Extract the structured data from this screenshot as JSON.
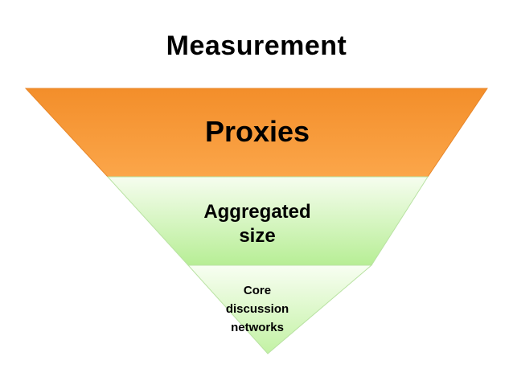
{
  "title": "Measurement",
  "colors": {
    "top_level": "#F79A3A",
    "middle_level": "#CFF5B3",
    "bottom_level": "#E8FBD8",
    "stroke": "#B9E2A3"
  },
  "levels": [
    {
      "lines": [
        "Proxies"
      ]
    },
    {
      "lines": [
        "Aggregated",
        "size"
      ]
    },
    {
      "lines": [
        "Core",
        "discussion",
        "networks"
      ]
    }
  ]
}
